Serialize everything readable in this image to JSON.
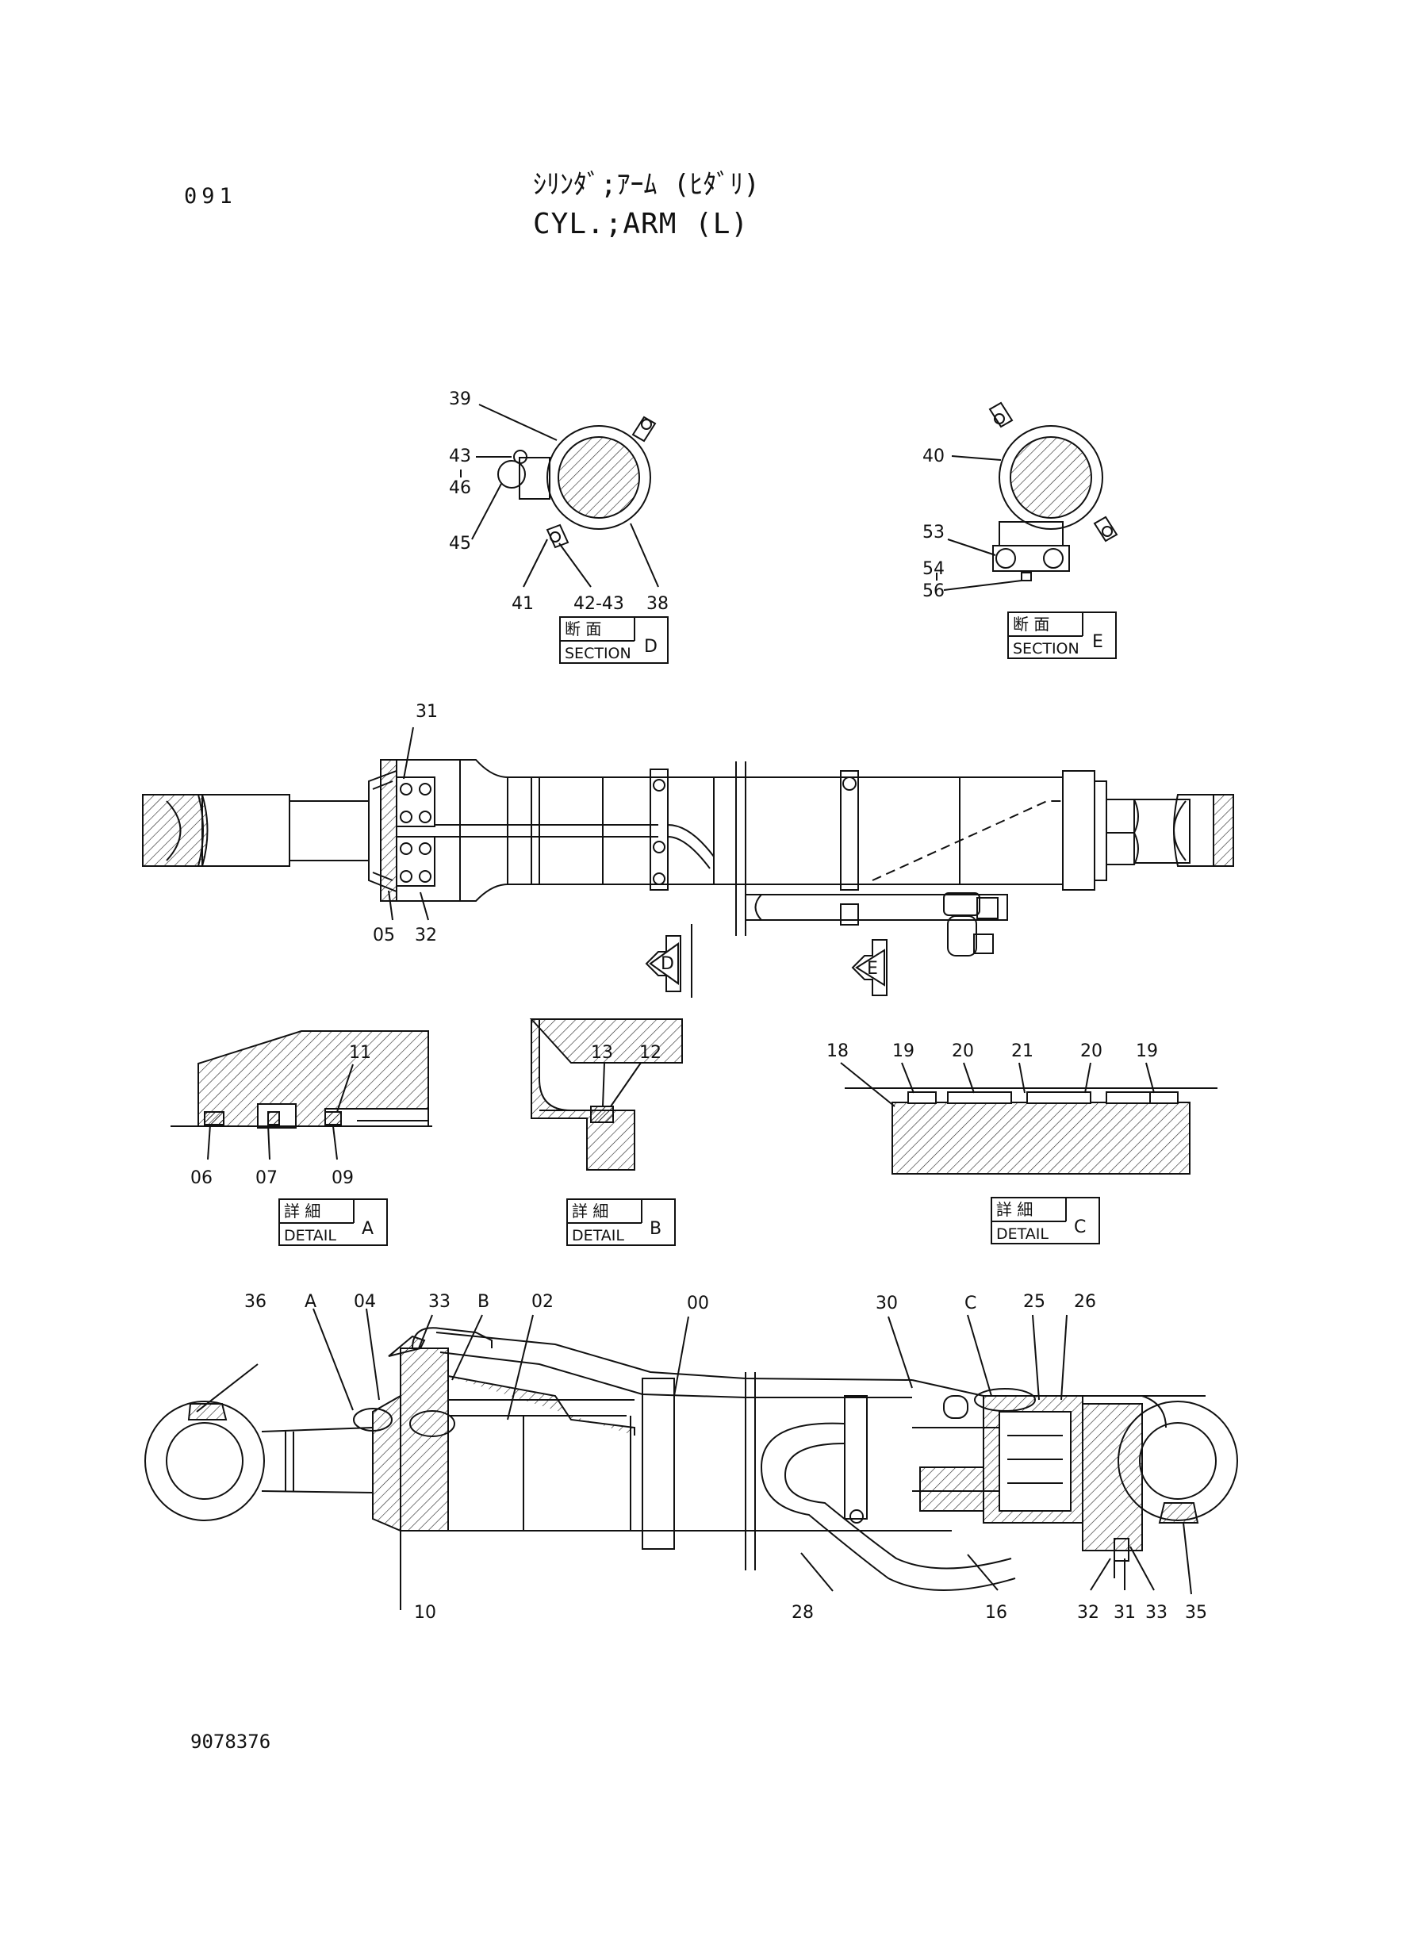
{
  "header": {
    "page_number": "091",
    "title_jp": "ｼﾘﾝﾀﾞ;ｱｰﾑ (ﾋﾀﾞﾘ)",
    "title_en": "CYL.;ARM (L)",
    "document_number": "9078376"
  },
  "views": {
    "section_d": {
      "top": "断 面",
      "bottom": "SECTION",
      "letter": "D"
    },
    "section_e": {
      "top": "断 面",
      "bottom": "SECTION",
      "letter": "E"
    },
    "detail_a": {
      "top": "詳 細",
      "bottom": "DETAIL",
      "letter": "A"
    },
    "detail_b": {
      "top": "詳 細",
      "bottom": "DETAIL",
      "letter": "B"
    },
    "detail_c": {
      "top": "詳 細",
      "bottom": "DETAIL",
      "letter": "C"
    }
  },
  "arrows": {
    "d": "D",
    "e": "E"
  },
  "callouts": {
    "section_d": [
      "39",
      "43",
      "46",
      "45",
      "41",
      "42-43",
      "38"
    ],
    "section_e": [
      "40",
      "53",
      "54",
      "56"
    ],
    "main_view": [
      "31",
      "05",
      "32"
    ],
    "detail_a": [
      "11",
      "06",
      "07",
      "09"
    ],
    "detail_b": [
      "13",
      "12"
    ],
    "detail_c": [
      "18",
      "19",
      "20",
      "21",
      "20",
      "19"
    ],
    "cutaway_top": [
      "36",
      "A",
      "04",
      "33",
      "B",
      "02",
      "00",
      "30",
      "C",
      "25",
      "26"
    ],
    "cutaway_bottom": [
      "10",
      "28",
      "16",
      "32",
      "31",
      "33",
      "35"
    ]
  }
}
